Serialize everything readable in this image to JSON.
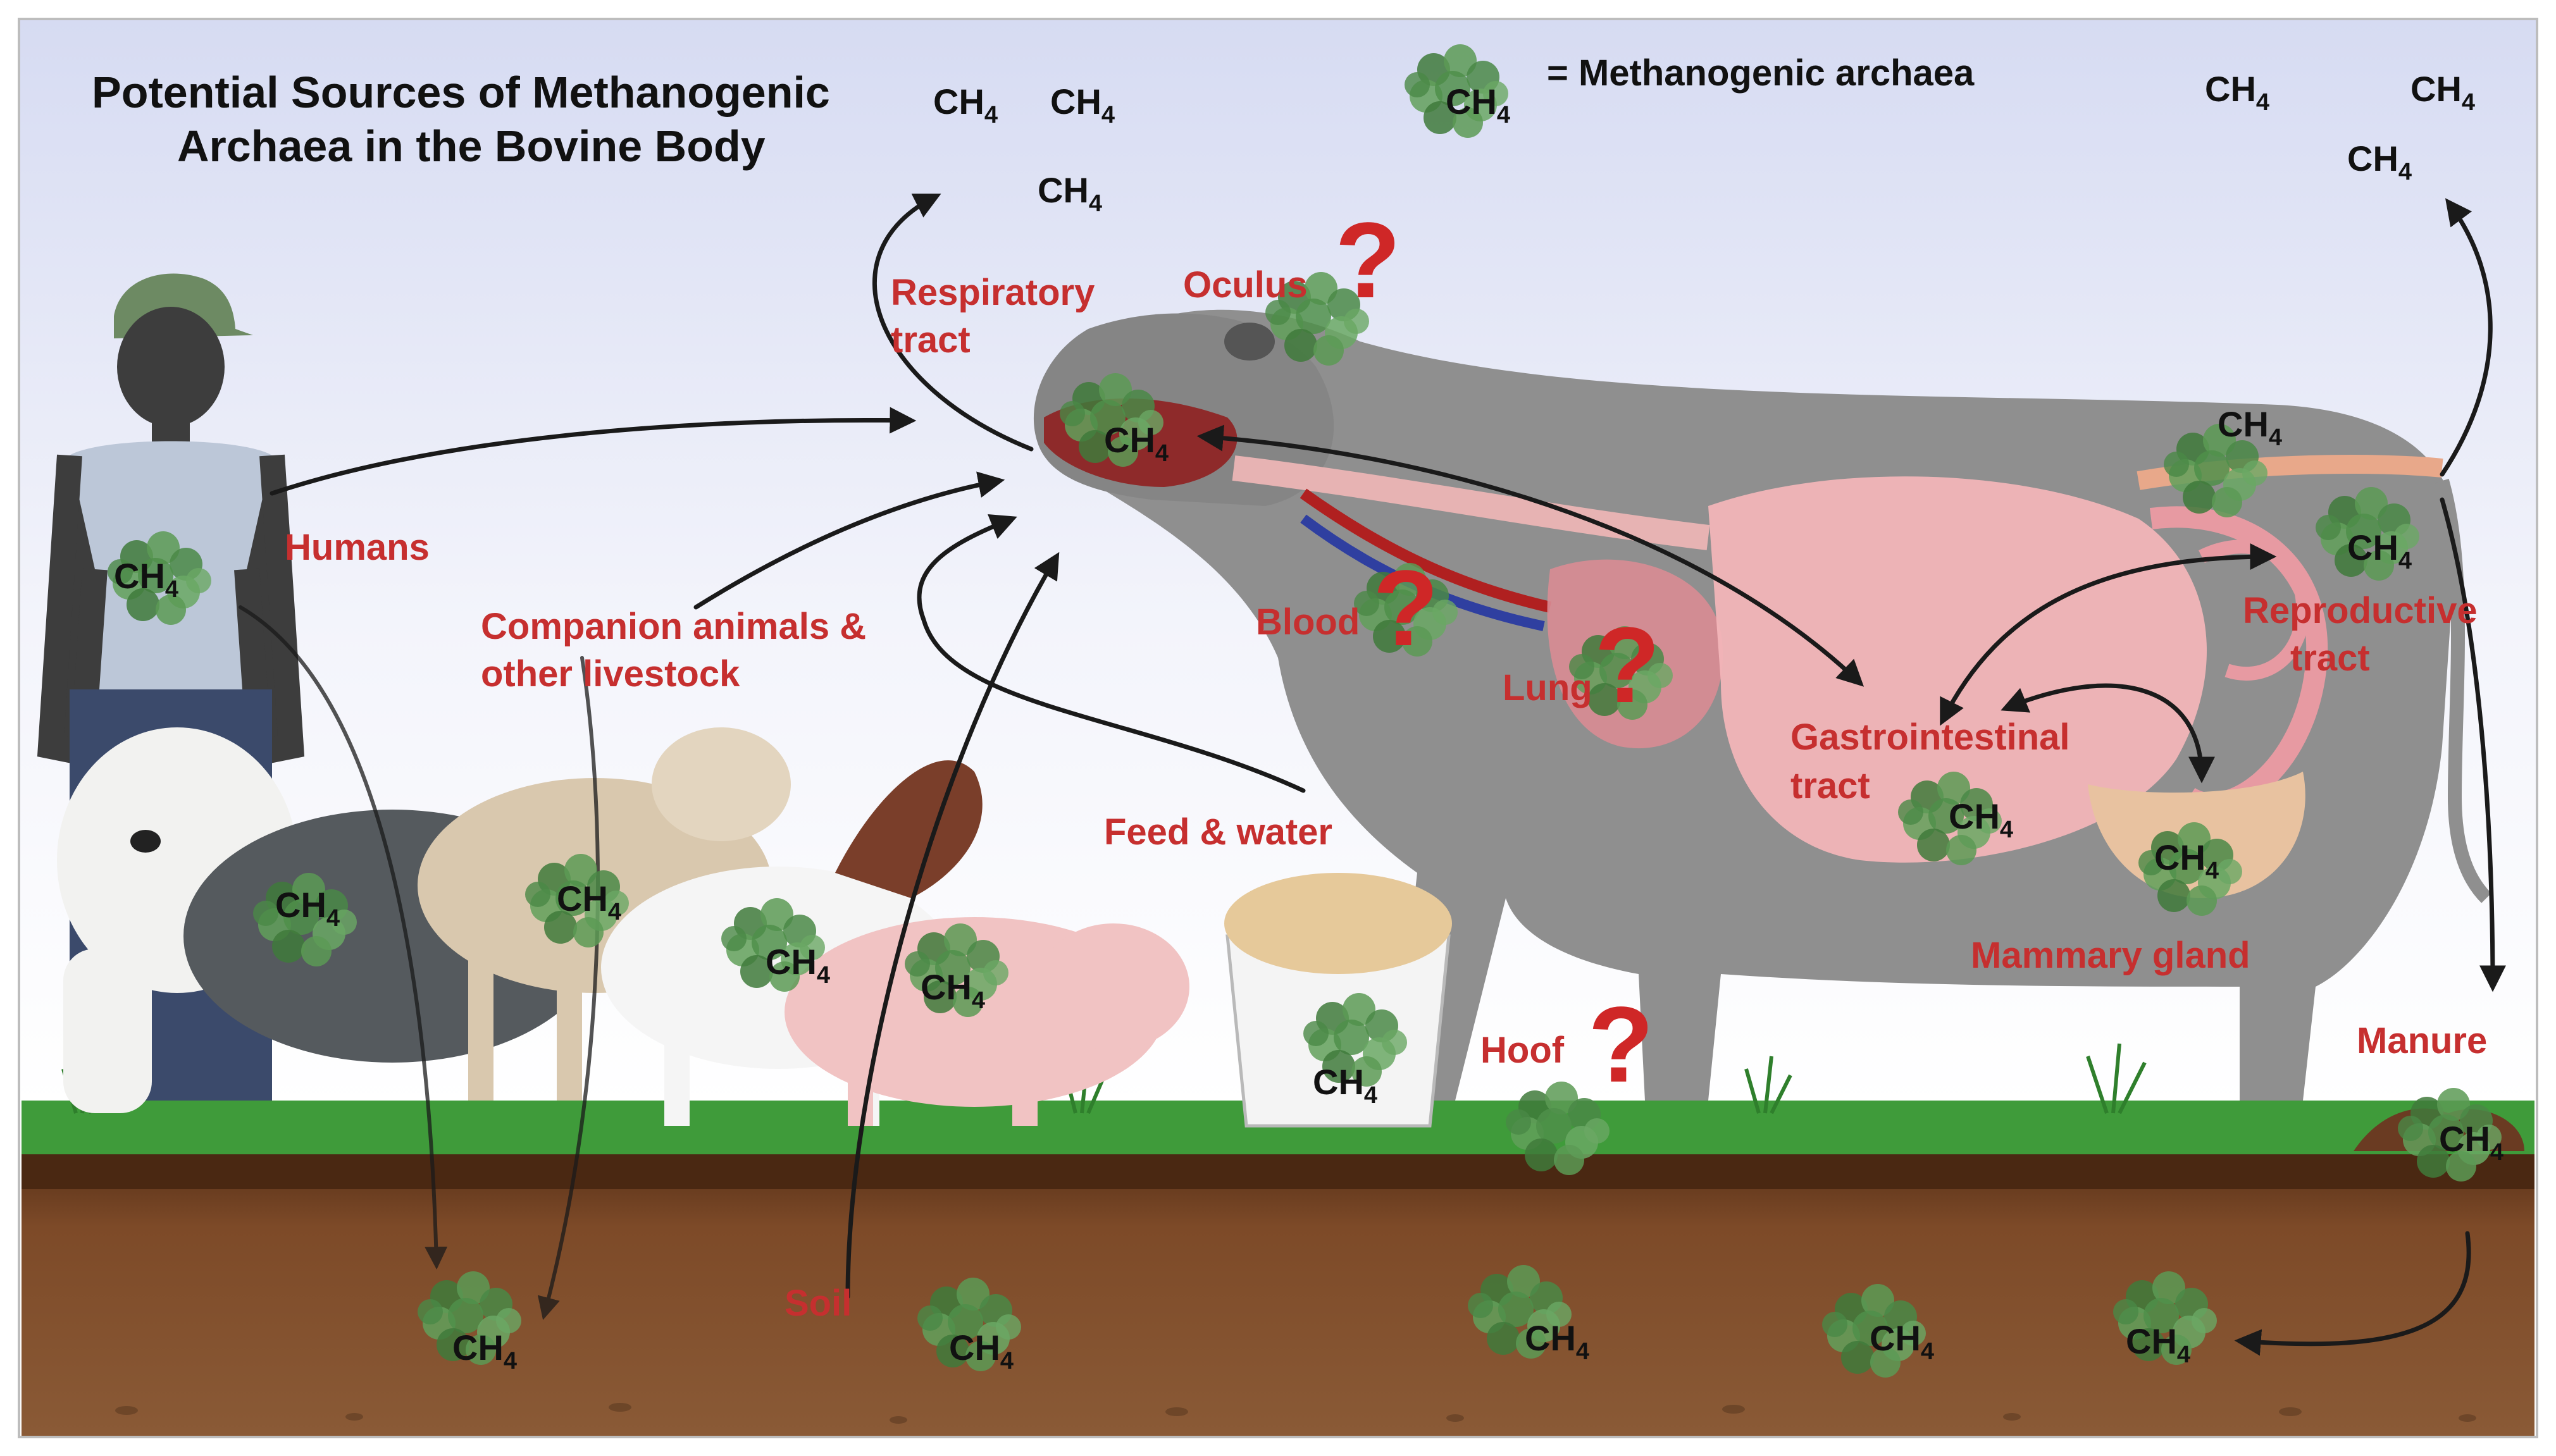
{
  "title_lines": [
    "Potential Sources of Methanogenic",
    "Archaea in the Bovine Body"
  ],
  "legend": {
    "text": "= Methanogenic archaea",
    "symbol_label": "CH4"
  },
  "methane": {
    "base": "CH",
    "subscript": "4"
  },
  "labels": {
    "respiratory": [
      "Respiratory",
      "tract"
    ],
    "oculus": "Oculus",
    "humans": "Humans",
    "companion": [
      "Companion animals &",
      "other livestock"
    ],
    "blood": "Blood",
    "lung": "Lung",
    "gastrointestinal": [
      "Gastrointestinal",
      "tract"
    ],
    "reproductive": [
      "Reproductive",
      "tract"
    ],
    "feed_water": "Feed & water",
    "mammary": "Mammary gland",
    "hoof": "Hoof",
    "manure": "Manure",
    "soil": "Soil"
  },
  "question_mark": "?",
  "colors": {
    "label_red": "#c62f2f",
    "archaea_green": "#4f8f4a",
    "grass": "#3f9b3a",
    "soil": "#7a4a2a",
    "cow": "#8f8f8f",
    "sky_top": "#d9def3"
  }
}
